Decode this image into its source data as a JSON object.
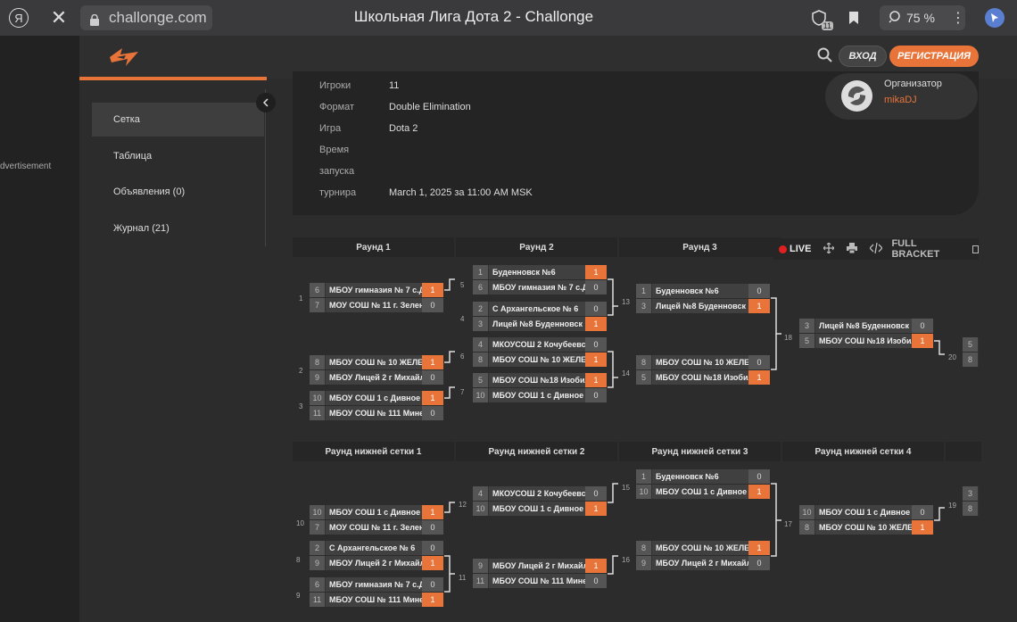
{
  "browser": {
    "url": "challonge.com",
    "tab_title": "Школьная Лига Дота 2 - Challonge",
    "shield_count": "11",
    "zoom": "75 %",
    "ya_glyph": "Я",
    "close_glyph": "✕",
    "more_glyph": "⋮"
  },
  "advert_label": "dvertisement",
  "header": {
    "login": "ВХОД",
    "register": "РЕГИСТРАЦИЯ",
    "accent": "#e8743a"
  },
  "sidebar": {
    "items": [
      {
        "label": "Сетка",
        "active": true
      },
      {
        "label": "Таблица"
      },
      {
        "label": "Объявления (0)"
      },
      {
        "label": "Журнал (21)"
      }
    ]
  },
  "info": {
    "rows": [
      {
        "key": "Игроки",
        "value": "11"
      },
      {
        "key": "Формат",
        "value": "Double Elimination"
      },
      {
        "key": "Игра",
        "value": "Dota 2"
      },
      {
        "key": "Время",
        "value": ""
      },
      {
        "key": "запуска",
        "value": ""
      },
      {
        "key": "турнира",
        "value": "March 1, 2025 за 11:00 AM MSK"
      }
    ],
    "organizer_label": "Организатор",
    "organizer_name": "mikaDJ"
  },
  "tools": {
    "live": "LIVE",
    "full_bracket": "FULL BRACKET"
  },
  "upper_rounds": [
    "Раунд 1",
    "Раунд 2",
    "Раунд 3"
  ],
  "lower_rounds": [
    "Раунд нижней сетки 1",
    "Раунд нижней сетки 2",
    "Раунд нижней сетки 3",
    "Раунд нижней сетки 4"
  ],
  "upper_matches": [
    {
      "num": "1",
      "p": [
        {
          "seed": "6",
          "name": "МБОУ гимназия № 7 с.Д",
          "score": "1",
          "win": true
        },
        {
          "seed": "7",
          "name": "МОУ СОШ № 11 г. Зелен",
          "score": "0"
        }
      ]
    },
    {
      "num": "2",
      "p": [
        {
          "seed": "8",
          "name": "МБОУ СОШ № 10 ЖЕЛЕ",
          "score": "1",
          "win": true
        },
        {
          "seed": "9",
          "name": "МБОУ Лицей 2 г Михайл",
          "score": "0"
        }
      ]
    },
    {
      "num": "3",
      "p": [
        {
          "seed": "10",
          "name": "МБОУ СОШ 1 с Дивное",
          "score": "1",
          "win": true
        },
        {
          "seed": "11",
          "name": "МБОУ СОШ № 111 Мине",
          "score": "0"
        }
      ]
    },
    {
      "num": "5",
      "p": [
        {
          "seed": "1",
          "name": "Буденновск №6",
          "score": "1",
          "win": true
        },
        {
          "seed": "6",
          "name": "МБОУ гимназия № 7 с.Д",
          "score": "0"
        }
      ]
    },
    {
      "num": "4",
      "p": [
        {
          "seed": "2",
          "name": "С Архангельское № 6",
          "score": "0"
        },
        {
          "seed": "3",
          "name": "Лицей №8 Буденновск",
          "score": "1",
          "win": true
        }
      ]
    },
    {
      "num": "6",
      "p": [
        {
          "seed": "4",
          "name": "МКОУСОШ 2 Кочубеевс",
          "score": "0"
        },
        {
          "seed": "8",
          "name": "МБОУ СОШ № 10 ЖЕЛЕ",
          "score": "1",
          "win": true
        }
      ]
    },
    {
      "num": "7",
      "p": [
        {
          "seed": "5",
          "name": "МБОУ СОШ №18 Изобил",
          "score": "1",
          "win": true
        },
        {
          "seed": "10",
          "name": "МБОУ СОШ 1 с Дивное",
          "score": "0"
        }
      ]
    },
    {
      "num": "13",
      "p": [
        {
          "seed": "1",
          "name": "Буденновск №6",
          "score": "0"
        },
        {
          "seed": "3",
          "name": "Лицей №8 Буденновск",
          "score": "1",
          "win": true
        }
      ]
    },
    {
      "num": "14",
      "p": [
        {
          "seed": "8",
          "name": "МБОУ СОШ № 10 ЖЕЛЕ",
          "score": "0"
        },
        {
          "seed": "5",
          "name": "МБОУ СОШ №18 Изобил",
          "score": "1",
          "win": true
        }
      ]
    },
    {
      "num": "18",
      "p": [
        {
          "seed": "3",
          "name": "Лицей №8 Буденновск",
          "score": "0"
        },
        {
          "seed": "5",
          "name": "МБОУ СОШ №18 Изобил",
          "score": "1",
          "win": true
        }
      ]
    },
    {
      "num": "20",
      "p": [
        {
          "seed": "5",
          "name": "",
          "score": ""
        },
        {
          "seed": "8",
          "name": "",
          "score": ""
        }
      ]
    }
  ],
  "lower_matches": [
    {
      "num": "10",
      "p": [
        {
          "seed": "10",
          "name": "МБОУ СОШ 1 с Дивное",
          "score": "1",
          "win": true
        },
        {
          "seed": "7",
          "name": "МОУ СОШ № 11 г. Зелен",
          "score": "0"
        }
      ]
    },
    {
      "num": "8",
      "p": [
        {
          "seed": "2",
          "name": "С Архангельское № 6",
          "score": "0"
        },
        {
          "seed": "9",
          "name": "МБОУ Лицей 2 г Михайл",
          "score": "1",
          "win": true
        }
      ]
    },
    {
      "num": "9",
      "p": [
        {
          "seed": "6",
          "name": "МБОУ гимназия № 7 с.Д",
          "score": "0"
        },
        {
          "seed": "11",
          "name": "МБОУ СОШ № 111 Мине",
          "score": "1",
          "win": true
        }
      ]
    },
    {
      "num": "12",
      "p": [
        {
          "seed": "4",
          "name": "МКОУСОШ 2 Кочубеевс",
          "score": "0"
        },
        {
          "seed": "10",
          "name": "МБОУ СОШ 1 с Дивное",
          "score": "1",
          "win": true
        }
      ]
    },
    {
      "num": "11",
      "p": [
        {
          "seed": "9",
          "name": "МБОУ Лицей 2 г Михайл",
          "score": "1",
          "win": true
        },
        {
          "seed": "11",
          "name": "МБОУ СОШ № 111 Мине",
          "score": "0"
        }
      ]
    },
    {
      "num": "15",
      "p": [
        {
          "seed": "1",
          "name": "Буденновск №6",
          "score": "0"
        },
        {
          "seed": "10",
          "name": "МБОУ СОШ 1 с Дивное",
          "score": "1",
          "win": true
        }
      ]
    },
    {
      "num": "16",
      "p": [
        {
          "seed": "8",
          "name": "МБОУ СОШ № 10 ЖЕЛЕ",
          "score": "1",
          "win": true
        },
        {
          "seed": "9",
          "name": "МБОУ Лицей 2 г Михайл",
          "score": "0"
        }
      ]
    },
    {
      "num": "17",
      "p": [
        {
          "seed": "10",
          "name": "МБОУ СОШ 1 с Дивное",
          "score": "0"
        },
        {
          "seed": "8",
          "name": "МБОУ СОШ № 10 ЖЕЛЕ",
          "score": "1",
          "win": true
        }
      ]
    },
    {
      "num": "19",
      "p": [
        {
          "seed": "3",
          "name": "",
          "score": ""
        },
        {
          "seed": "8",
          "name": "",
          "score": ""
        }
      ]
    }
  ]
}
